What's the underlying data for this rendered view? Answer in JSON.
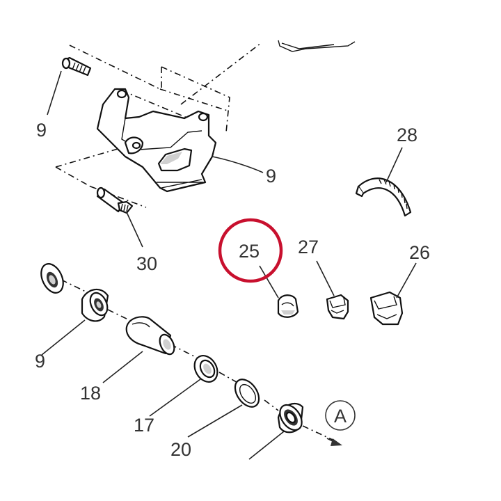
{
  "callouts": {
    "c9a": "9",
    "c9b": "9",
    "c30": "30",
    "c28": "28",
    "c25": "25",
    "c27": "27",
    "c26": "26",
    "c19": "9",
    "c18": "18",
    "c17": "17",
    "c20": "20",
    "cA": "A"
  },
  "colors": {
    "highlight_circle": "#c8102e",
    "line": "#111111",
    "label": "#333333"
  }
}
